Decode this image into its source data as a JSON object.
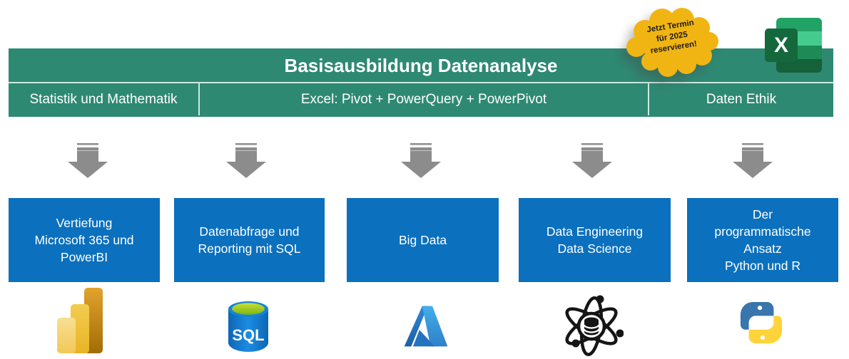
{
  "header": {
    "title": "Basisausbildung Datenanalyse"
  },
  "modules": [
    {
      "label": "Statistik und Mathematik"
    },
    {
      "label": "Excel: Pivot + PowerQuery + PowerPivot"
    },
    {
      "label": "Daten Ethik"
    }
  ],
  "promo_badge": {
    "text": "Jetzt Termin\nfür 2025\nreservieren!"
  },
  "tracks": [
    {
      "title": "Vertiefung\nMicrosoft 365 und\nPowerBI",
      "icon": "power-bi-icon"
    },
    {
      "title": "Datenabfrage und\nReporting mit SQL",
      "icon": "sql-database-icon"
    },
    {
      "title": "Big Data",
      "icon": "azure-icon"
    },
    {
      "title": "Data Engineering\nData Science",
      "icon": "data-science-atom-icon"
    },
    {
      "title": "Der\nprogrammatische\nAnsatz\nPython und R",
      "icon": "python-icon"
    }
  ],
  "icons": {
    "excel_letter": "X",
    "sql_label": "SQL"
  },
  "colors": {
    "banner_green": "#2E8973",
    "box_blue": "#0B70BD",
    "arrow_gray": "#8C8C8C",
    "badge_yellow": "#F1B513",
    "excel_dark_green": "#15683C",
    "sql_blue": "#1583D8",
    "sql_lime": "#8FC414"
  }
}
